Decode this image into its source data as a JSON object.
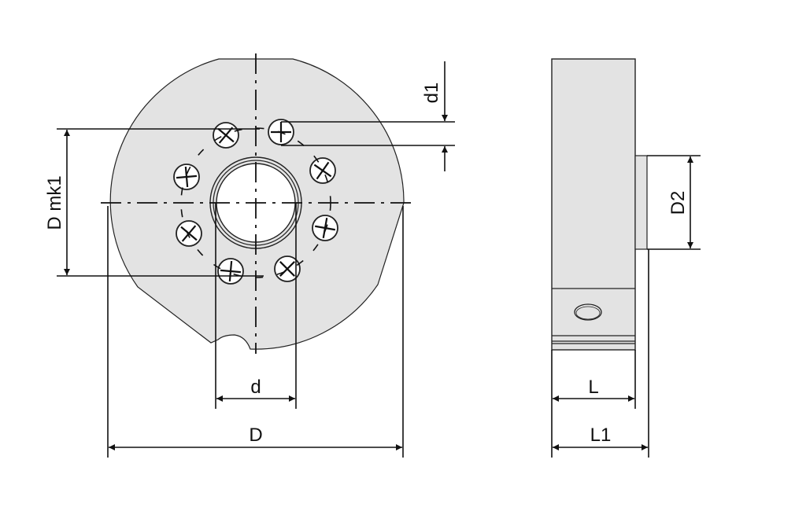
{
  "labels": {
    "d1": "d1",
    "d_mk1": "D mk1",
    "d2": "D2",
    "d": "d",
    "D": "D",
    "L": "L",
    "L1": "L1"
  },
  "colors": {
    "part_fill": "#e3e3e3",
    "line": "#111111",
    "background": "#ffffff"
  }
}
